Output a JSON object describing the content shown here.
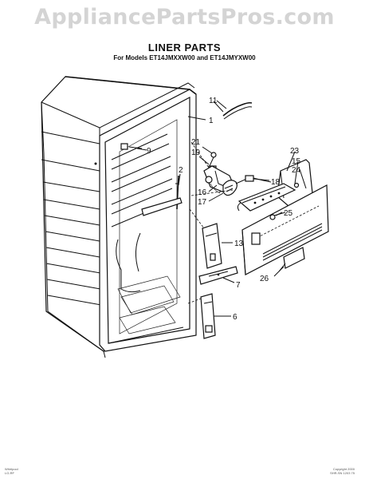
{
  "watermark": "AppliancePartsPros.com",
  "title": "LINER PARTS",
  "subtitle": "For Models ET14JMXXW00 and ET14JMYXW00",
  "callouts": [
    "11",
    "1",
    "21",
    "19",
    "9",
    "23",
    "15",
    "24",
    "2",
    "18",
    "16",
    "17",
    "25",
    "13",
    "7",
    "26",
    "6"
  ],
  "footer_left": [
    "Whirlpool",
    "LG-RF"
  ],
  "footer_right": [
    "Copyright 2000",
    "SHR-SN 1203 75"
  ]
}
